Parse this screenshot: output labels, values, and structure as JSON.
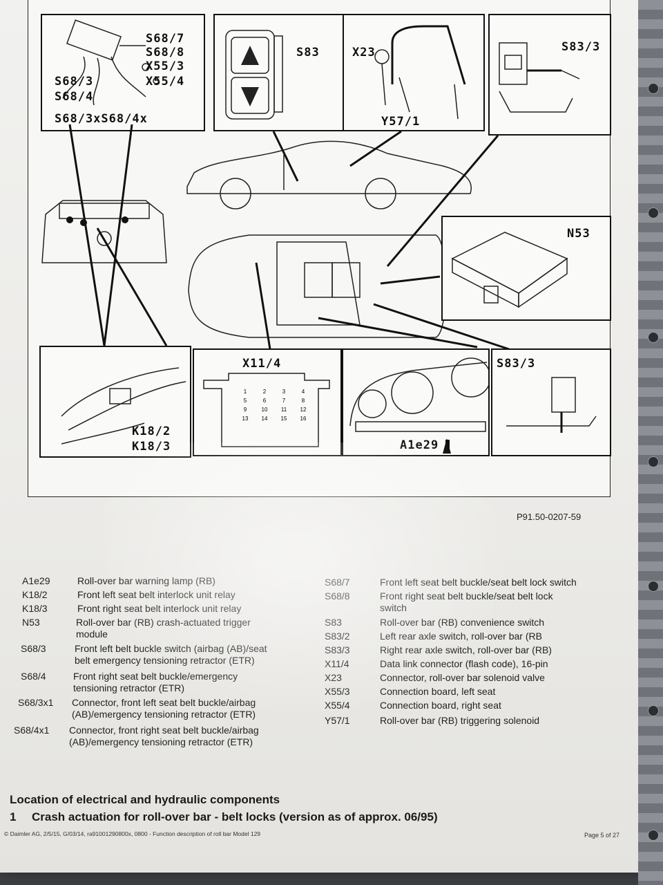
{
  "diagram": {
    "reference_code": "P91.50-0207-59",
    "labels": {
      "top_left": [
        "S68/7",
        "S68/8",
        "X55/3",
        "X55/4",
        "S68/3",
        "S68/4",
        "S68/3xS68/4x"
      ],
      "s83": "S83",
      "x23": "X23",
      "y57": "Y57/1",
      "s83_3_top": "S83/3",
      "n53": "N53",
      "x11_4": "X11/4",
      "s83_3_bottom": "S83/3",
      "k18_2": "K18/2",
      "k18_3": "K18/3",
      "a1e29": "A1e29"
    },
    "connector_pins": [
      "1",
      "2",
      "3",
      "4",
      "5",
      "6",
      "7",
      "8",
      "9",
      "10",
      "11",
      "12",
      "13",
      "14",
      "15",
      "16"
    ]
  },
  "legend_left": [
    {
      "code": "A1e29",
      "desc": "Roll-over bar warning lamp (RB)"
    },
    {
      "code": "K18/2",
      "desc": "Front left seat belt interlock unit relay"
    },
    {
      "code": "K18/3",
      "desc": "Front right seat belt interlock unit relay"
    },
    {
      "code": "N53",
      "desc": "Roll-over bar (RB) crash-actuated trigger module"
    },
    {
      "code": "S68/3",
      "desc": "Front left belt buckle switch (airbag (AB)/seat belt emergency tensioning retractor (ETR)"
    },
    {
      "code": "S68/4",
      "desc": "Front right seat belt buckle/emergency tensioning retractor (ETR)"
    },
    {
      "code": "S68/3x1",
      "desc": "Connector, front left seat belt buckle/airbag (AB)/emergency tensioning retractor (ETR)"
    },
    {
      "code": "S68/4x1",
      "desc": "Connector, front right seat belt buckle/airbag (AB)/emergency tensioning retractor (ETR)"
    }
  ],
  "legend_right": [
    {
      "code": "S68/7",
      "desc": "Front left seat belt buckle/seat belt lock switch"
    },
    {
      "code": "S68/8",
      "desc": "Front right seat belt buckle/seat belt lock switch"
    },
    {
      "code": "S83",
      "desc": "Roll-over bar (RB) convenience switch"
    },
    {
      "code": "S83/2",
      "desc": "Left rear axle switch, roll-over bar (RB"
    },
    {
      "code": "S83/3",
      "desc": "Right rear axle switch, roll-over bar (RB)"
    },
    {
      "code": "X11/4",
      "desc": "Data link connector (flash code), 16-pin"
    },
    {
      "code": "X23",
      "desc": "Connector, roll-over bar solenoid valve"
    },
    {
      "code": "X55/3",
      "desc": "Connection board, left seat"
    },
    {
      "code": "X55/4",
      "desc": "Connection board, right seat"
    },
    {
      "code": "Y57/1",
      "desc": "Roll-over bar (RB) triggering solenoid"
    }
  ],
  "section": {
    "title": "Location of electrical and hydraulic components",
    "number": "1",
    "subtitle": "Crash actuation for roll-over bar - belt locks (version as of approx. 06/95)"
  },
  "footer": {
    "left": "© Daimler AG, 2/5/15, G/03/14, ra91001290800x, 0800 - Function description of roll bar Model 129",
    "right": "Page 5 of 27"
  }
}
